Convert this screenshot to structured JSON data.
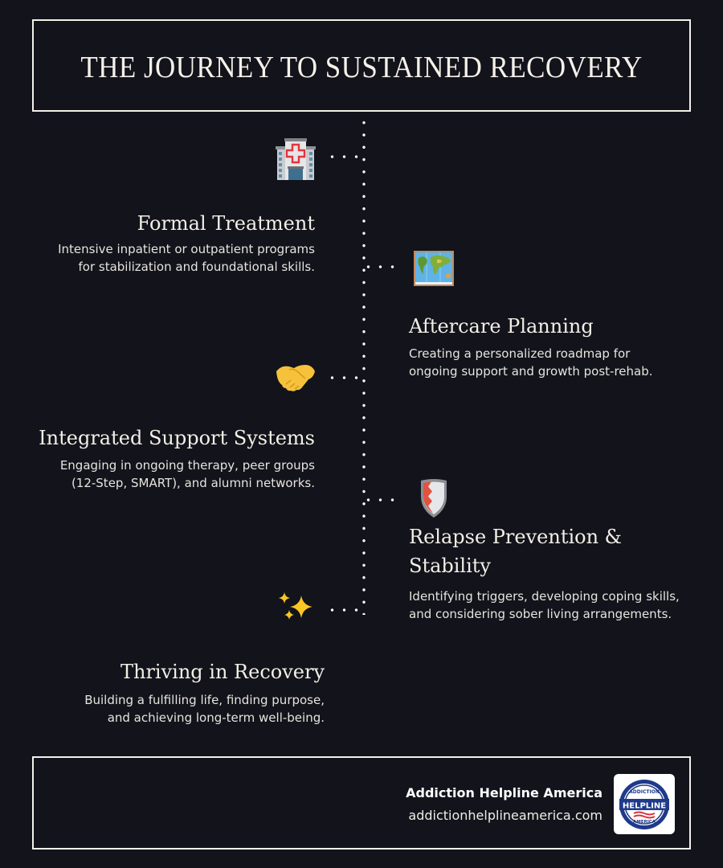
{
  "header": {
    "title": "THE JOURNEY TO SUSTAINED RECOVERY"
  },
  "timeline": {
    "steps": [
      {
        "title": "Formal Treatment",
        "description_lines": [
          "Intensive inpatient or outpatient programs",
          "for stabilization and foundational skills."
        ],
        "icon": "hospital-icon",
        "side": "left"
      },
      {
        "title": "Aftercare Planning",
        "description_lines": [
          "Creating a personalized roadmap for",
          "ongoing support and growth post-rehab."
        ],
        "icon": "world-map-icon",
        "side": "right"
      },
      {
        "title": "Integrated Support Systems",
        "description_lines": [
          "Engaging in ongoing therapy, peer groups",
          "(12-Step, SMART), and alumni networks."
        ],
        "icon": "handshake-icon",
        "side": "left"
      },
      {
        "title_lines": [
          "Relapse Prevention &",
          "Stability"
        ],
        "description_lines": [
          "Identifying triggers, developing coping skills,",
          "and considering sober living arrangements."
        ],
        "icon": "shield-icon",
        "side": "right"
      },
      {
        "title": "Thriving in Recovery",
        "description_lines": [
          "Building a fulfilling life, finding purpose,",
          "and achieving long-term well-being."
        ],
        "icon": "sparkles-icon",
        "side": "left"
      }
    ]
  },
  "footer": {
    "org_name": "Addiction Helpline America",
    "url": "addictionhelplineamerica.com",
    "logo": {
      "top_arc": "ADDICTION",
      "band": "HELPLINE",
      "bottom_arc": "AMERICA"
    }
  },
  "colors": {
    "background": "#12131b",
    "text": "#f3efe6",
    "border": "#f4f1ea",
    "logo_blue": "#1f3a8a",
    "logo_red": "#d8343b"
  }
}
